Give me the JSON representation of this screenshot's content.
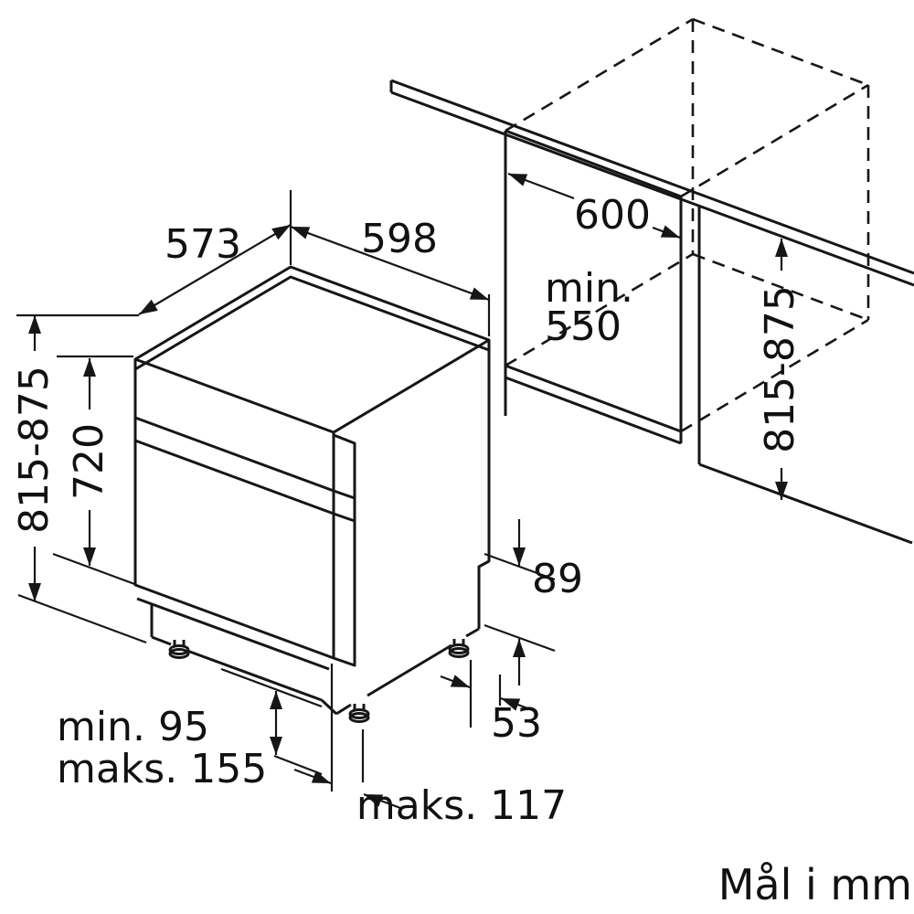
{
  "diagram": {
    "type": "appliance-installation-drawing",
    "subject": "built-under dishwasher with niche dimensions",
    "unit_caption": "Mål i mm",
    "colors": {
      "line": "#161616",
      "background": "#ffffff"
    }
  },
  "labels": {
    "top_depth": "573",
    "front_width": "598",
    "niche_width": "600",
    "niche_depth_line1": "min.",
    "niche_depth_line2": "550",
    "overall_height_left": "815-875",
    "body_height": "720",
    "niche_height_right": "815-875",
    "base_step_height": "89",
    "foot_offset": "53",
    "plinth_min": "min. 95",
    "plinth_max": "maks. 155",
    "plinth_depth": "maks. 117",
    "caption": "Mål i mm"
  }
}
